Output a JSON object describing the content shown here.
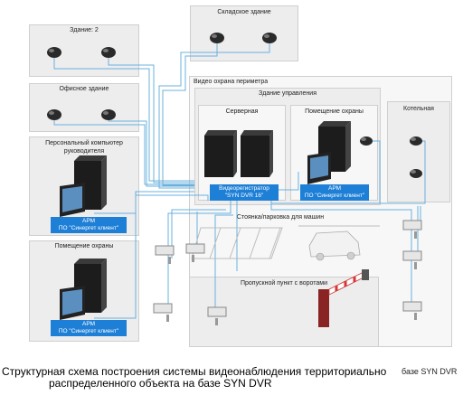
{
  "zones": {
    "warehouse": "Складское здание",
    "building2": "Здание: 2",
    "office": "Офисное здание",
    "perimeter": "Видео охрана периметра",
    "management": "Здание управления",
    "server_room": "Серверная",
    "security_room": "Помещение охраны",
    "boiler": "Котельная",
    "pc_manager": "Персональный компьютер руководителя",
    "guard_room": "Помещение охраны",
    "parking": "Стоянка/парковка для машин",
    "checkpoint": "Пропускной пункт с воротами"
  },
  "tags": {
    "dvr": "Видеорегистратор \"SYN DVR 16\"",
    "arm_line1": "АРМ",
    "arm_line2": "ПО \"Синергет клиент\""
  },
  "caption": {
    "line1": "Структурная схема построения системы видеонаблюдения территориально",
    "line2": "распределенного объекта на базе SYN DVR"
  },
  "side_label": "базе SYN DVR",
  "colors": {
    "zone_fill": "#ededed",
    "cable": "#6ab0de",
    "tag": "#1e7fd6",
    "equipment": "#1c1c1c"
  }
}
